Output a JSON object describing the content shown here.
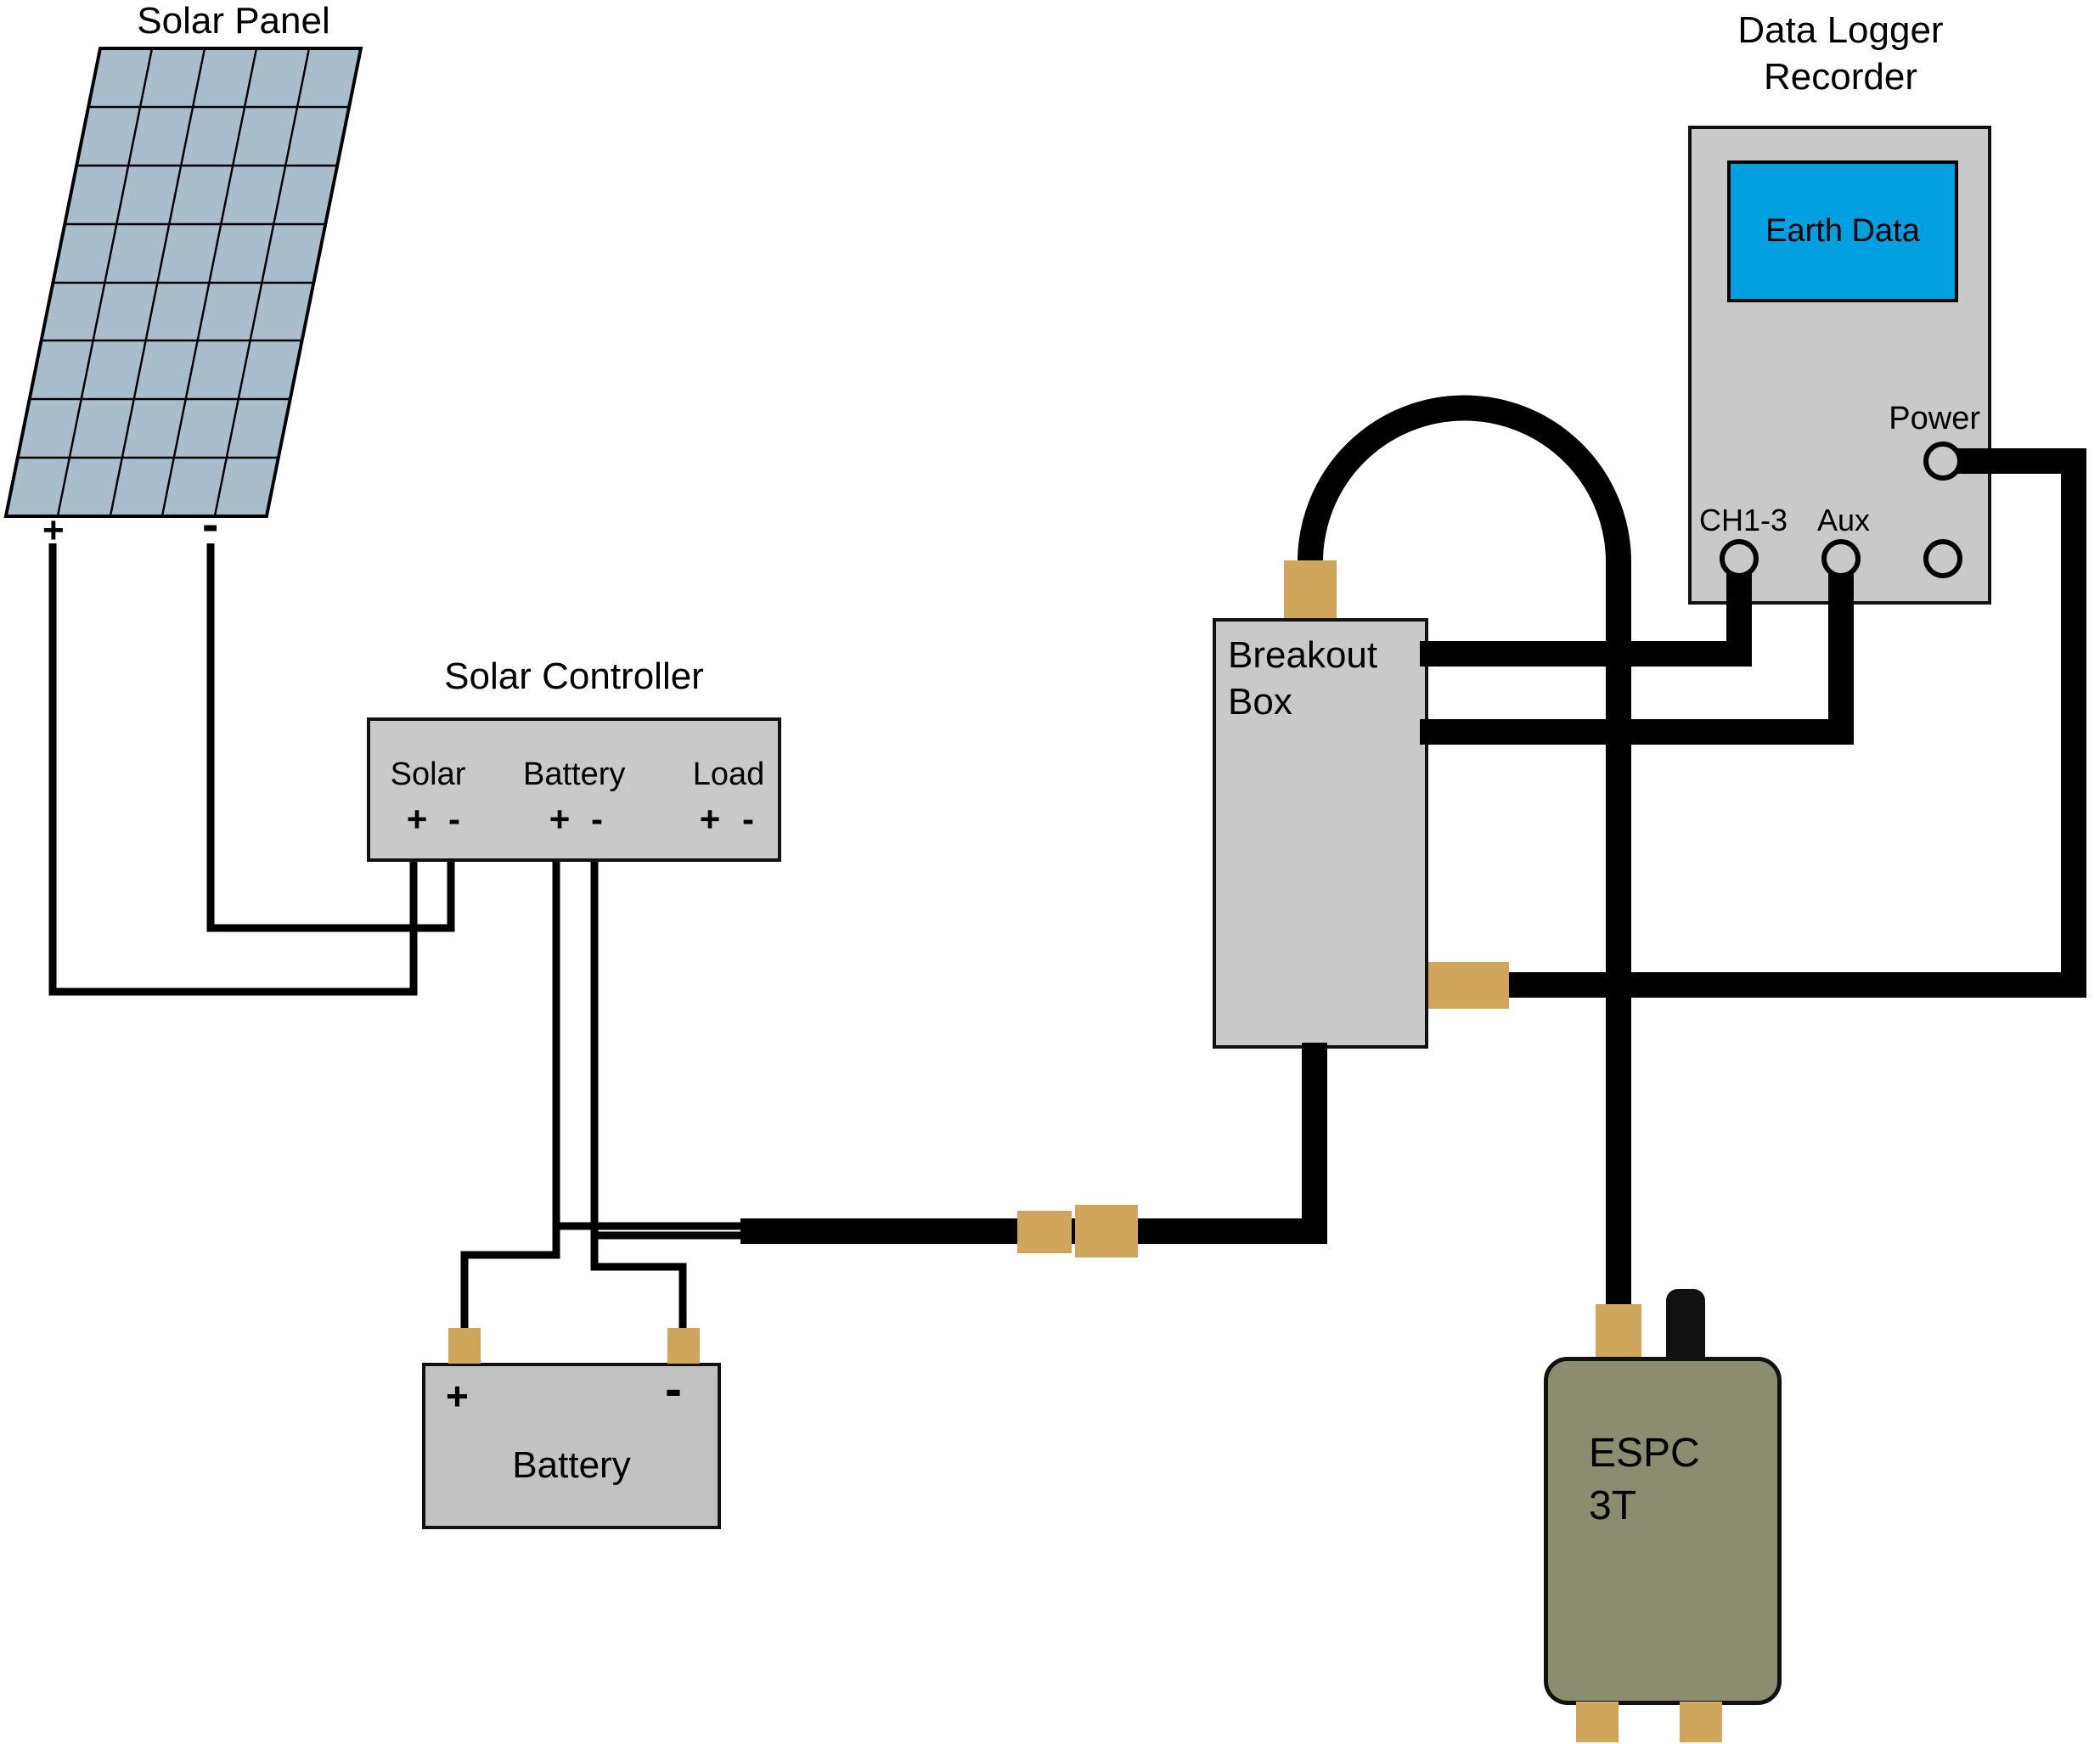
{
  "colors": {
    "panel_fill": "#a8becd",
    "box_fill": "#c9c9c9",
    "battery_fill": "#c2c2c2",
    "screen_fill": "#009fe0",
    "connector_fill": "#d0a55c",
    "espc_fill": "#8c8c6e",
    "wire": "#000000"
  },
  "solar_panel": {
    "title": "Solar Panel",
    "plus": "+",
    "minus": "-"
  },
  "controller": {
    "title": "Solar Controller",
    "sections": [
      {
        "label": "Solar",
        "plus": "+",
        "minus": "-"
      },
      {
        "label": "Battery",
        "plus": "+",
        "minus": "-"
      },
      {
        "label": "Load",
        "plus": "+",
        "minus": "-"
      }
    ]
  },
  "battery": {
    "label": "Battery",
    "plus": "+",
    "minus": "-"
  },
  "breakout_box": {
    "label": "Breakout Box"
  },
  "data_logger": {
    "title_line1": "Data Logger",
    "title_line2": "Recorder",
    "screen_text": "Earth Data",
    "power_label": "Power",
    "ch_label": "CH1-3",
    "aux_label": "Aux"
  },
  "espc": {
    "line1": "ESPC",
    "line2": "3T"
  }
}
